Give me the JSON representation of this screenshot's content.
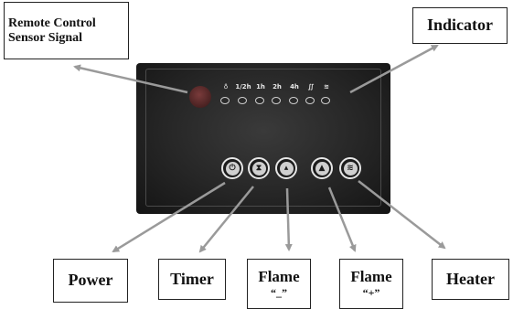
{
  "labels": {
    "remote_line1": "Remote Control",
    "remote_line2": "Sensor Signal",
    "indicator": "Indicator",
    "power": "Power",
    "timer": "Timer",
    "flame_minus": "Flame",
    "flame_minus_sign": "“_”",
    "flame_plus": "Flame",
    "flame_plus_sign": "“+”",
    "heater": "Heater"
  },
  "panel": {
    "indicators": [
      {
        "label": "♁",
        "icon": "flame-icon"
      },
      {
        "label": "1/2h"
      },
      {
        "label": "1h"
      },
      {
        "label": "2h"
      },
      {
        "label": "4h"
      },
      {
        "label": "∬",
        "icon": "heat-low-icon"
      },
      {
        "label": "≋",
        "icon": "heat-high-icon"
      }
    ],
    "buttons": [
      {
        "glyph": "⏻",
        "icon": "power-icon"
      },
      {
        "glyph": "⧗",
        "icon": "hourglass-icon"
      },
      {
        "glyph": "▴",
        "icon": "flame-minus-icon"
      },
      {
        "glyph": "▲",
        "icon": "flame-plus-icon"
      },
      {
        "glyph": "≋",
        "icon": "heater-icon"
      }
    ]
  },
  "colors": {
    "arrow": "#9a9a9a",
    "panel": "#262626",
    "sensor": "#5a2a2a"
  }
}
